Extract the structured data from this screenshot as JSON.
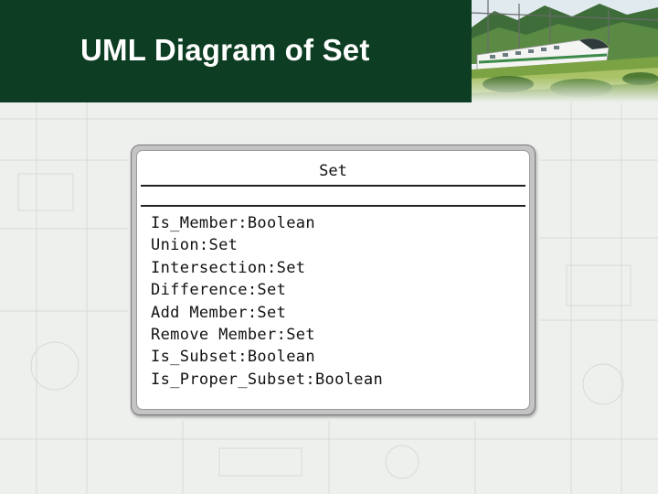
{
  "slide": {
    "title": "UML Diagram of Set"
  },
  "colors": {
    "title_bar": "#0d3d22",
    "title_text": "#ffffff",
    "background": "#eef0ee"
  },
  "uml_class": {
    "name": "Set",
    "attributes": [],
    "methods": [
      "Is_Member:Boolean",
      "Union:Set",
      "Intersection:Set",
      "Difference:Set",
      "Add Member:Set",
      "Remove Member:Set",
      "Is_Subset:Boolean",
      "Is_Proper_Subset:Boolean"
    ]
  },
  "images": {
    "header_photo": "bullet-train-landscape-photo"
  }
}
